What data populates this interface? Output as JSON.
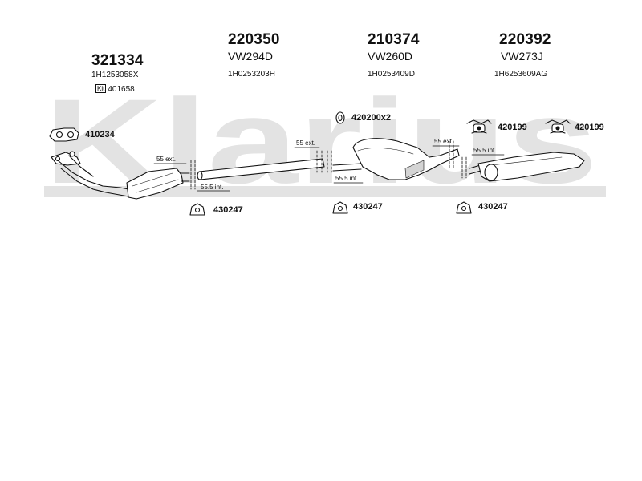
{
  "watermark": {
    "text": "Klarius"
  },
  "sections": [
    {
      "number": "321334",
      "oem": "1H1253058X",
      "kit_badge": "Kit",
      "kit_number": "401658"
    },
    {
      "number": "220350",
      "code": "VW294D",
      "oem": "1H0253203H"
    },
    {
      "number": "210374",
      "code": "VW260D",
      "oem": "1H0253409D"
    },
    {
      "number": "220392",
      "code": "VW273J",
      "oem": "1H6253609AG"
    }
  ],
  "accessories": {
    "gasket": "410234",
    "clamp_rings": "420200x2",
    "hanger_rear_1": "420199",
    "hanger_rear_2": "420199",
    "mount_1": "430247",
    "mount_2": "430247",
    "mount_3": "430247"
  },
  "dimensions": {
    "ext_1": "55 ext.",
    "int_1": "55.5 int.",
    "ext_2": "55 ext.",
    "int_2": "55.5 int.",
    "ext_3": "55 ext.",
    "int_3": "55.5 int."
  },
  "colors": {
    "watermark": "#e3e3e3",
    "line": "#111111",
    "part_fill": "#ffffff",
    "part_shade": "#cfcfcf"
  }
}
